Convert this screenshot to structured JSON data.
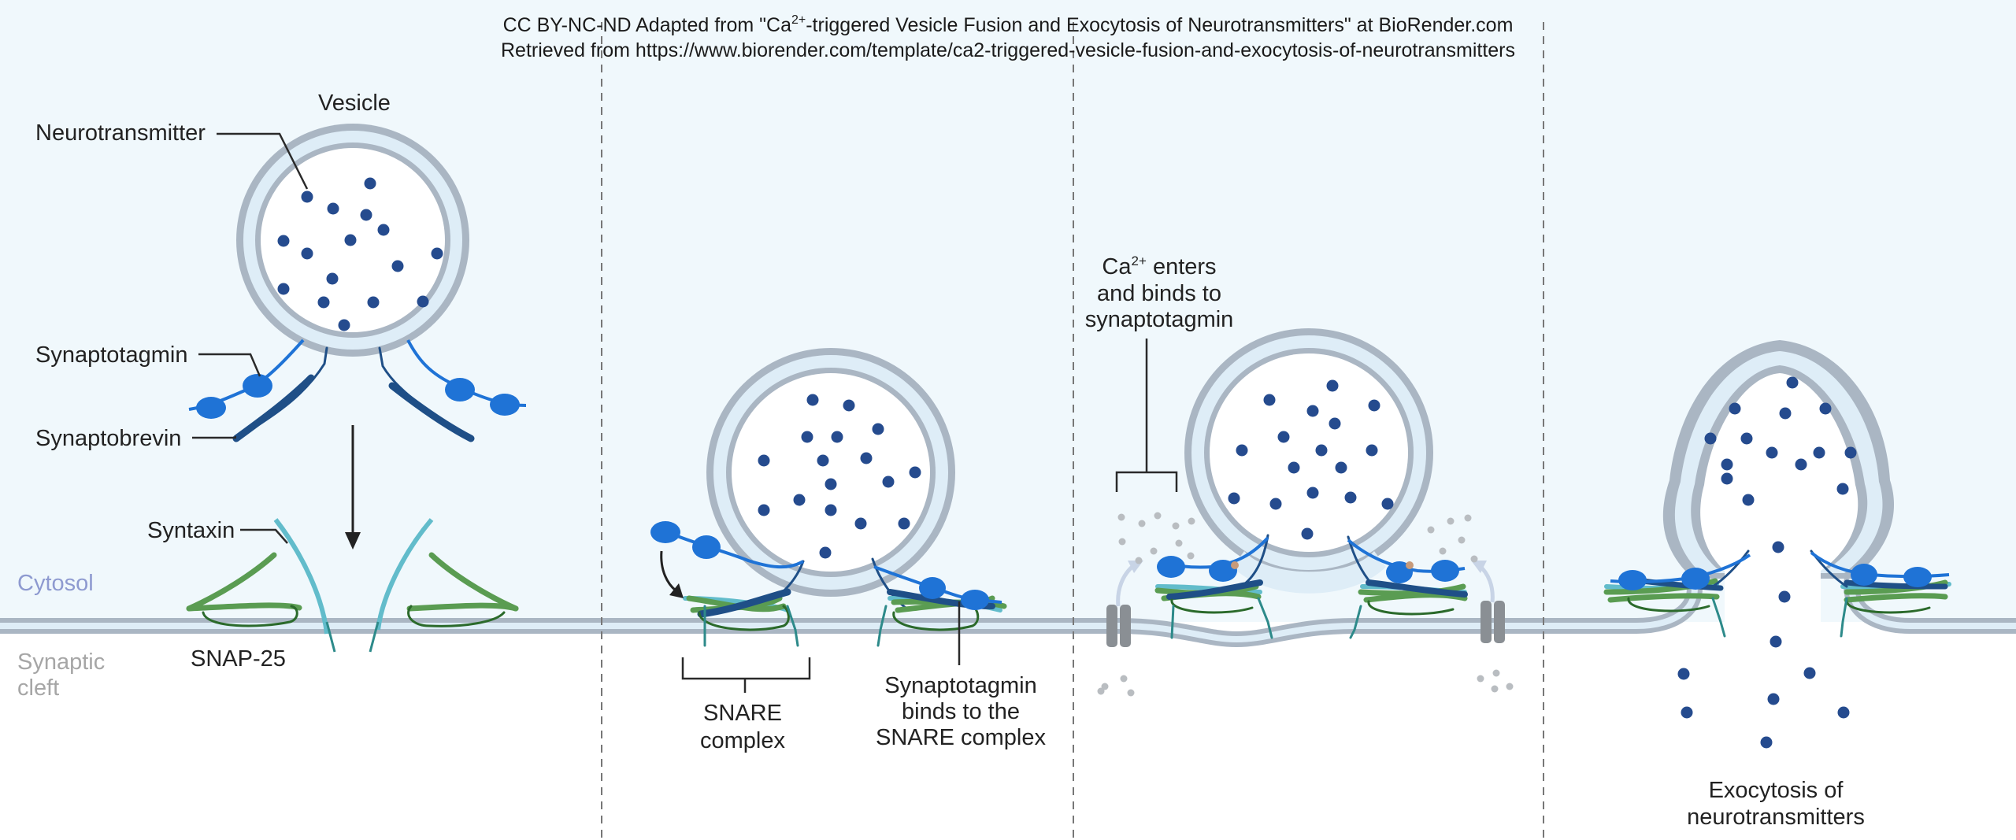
{
  "credit": {
    "line1_a": "CC BY-NC-ND Adapted from \"Ca",
    "line1_sup": "2+",
    "line1_b": "-triggered Vesicle Fusion and Exocytosis of Neurotransmitters\" at BioRender.com",
    "line2": "Retrieved from https://www.biorender.com/template/ca2-triggered-vesicle-fusion-and-exocytosis-of-neurotransmitters"
  },
  "regions": {
    "cytosol": "Cytosol",
    "cleft_line1": "Synaptic",
    "cleft_line2": "cleft"
  },
  "panel1": {
    "vesicle": "Vesicle",
    "neurotransmitter": "Neurotransmitter",
    "synaptotagmin": "Synaptotagmin",
    "synaptobrevin": "Synaptobrevin",
    "syntaxin": "Syntaxin",
    "snap25": "SNAP-25"
  },
  "panel2": {
    "snare_line1": "SNARE",
    "snare_line2": "complex",
    "binds_line1": "Synaptotagmin",
    "binds_line2": "binds to the",
    "binds_line3": "SNARE complex"
  },
  "panel3": {
    "ca_base": "Ca",
    "ca_sup": "2+",
    "ca_line1_rest": " enters",
    "ca_line2": "and binds to",
    "ca_line3": "synaptotagmin"
  },
  "panel4": {
    "exo_line1": "Exocytosis of",
    "exo_line2": "neurotransmitters"
  },
  "colors": {
    "cytosol_bg": "#f0f8fc",
    "membrane": "#aab6c3",
    "membrane_inner": "#deedf7",
    "neurotransmitter": "#254b8e",
    "synaptotagmin": "#1f73d6",
    "synaptobrevin": "#1f4f87",
    "syntaxin": "#62bccb",
    "snap25": "#5a9c52",
    "channel": "#8a8f94"
  }
}
